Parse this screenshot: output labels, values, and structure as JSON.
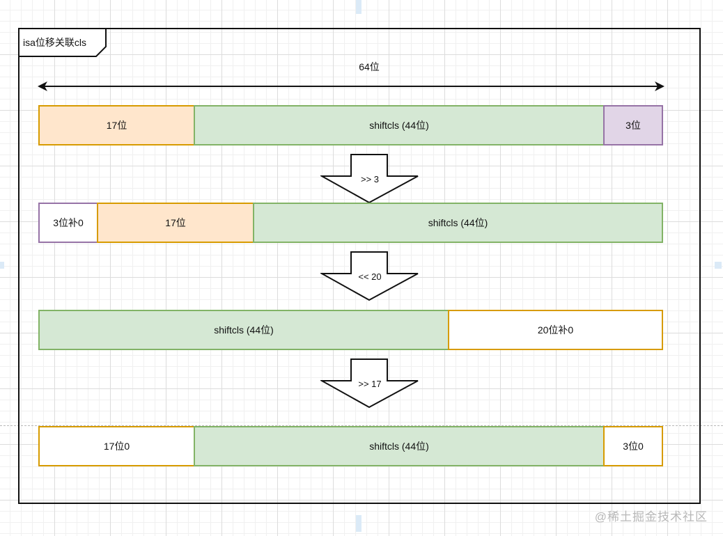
{
  "frame": {
    "label": "isa位移关联cls"
  },
  "width_label": "64位",
  "rows": {
    "row1": {
      "seg1": "17位",
      "seg2": "shiftcls (44位)",
      "seg3": "3位"
    },
    "row2": {
      "seg1": "3位补0",
      "seg2": "17位",
      "seg3": "shiftcls (44位)"
    },
    "row3": {
      "seg1": "shiftcls (44位)",
      "seg2": "20位补0"
    },
    "row4": {
      "seg1": "17位0",
      "seg2": "shiftcls (44位)",
      "seg3": "3位0"
    }
  },
  "shifts": {
    "shift1": ">> 3",
    "shift2": "<< 20",
    "shift3": ">> 17"
  },
  "watermark": "@稀土掘金技术社区",
  "colors": {
    "orange_fill": "#ffe6cc",
    "orange_stroke": "#d79b00",
    "green_fill": "#d5e8d4",
    "green_stroke": "#82b366",
    "purple_fill": "#e1d5e7",
    "purple_stroke": "#9673a6"
  }
}
